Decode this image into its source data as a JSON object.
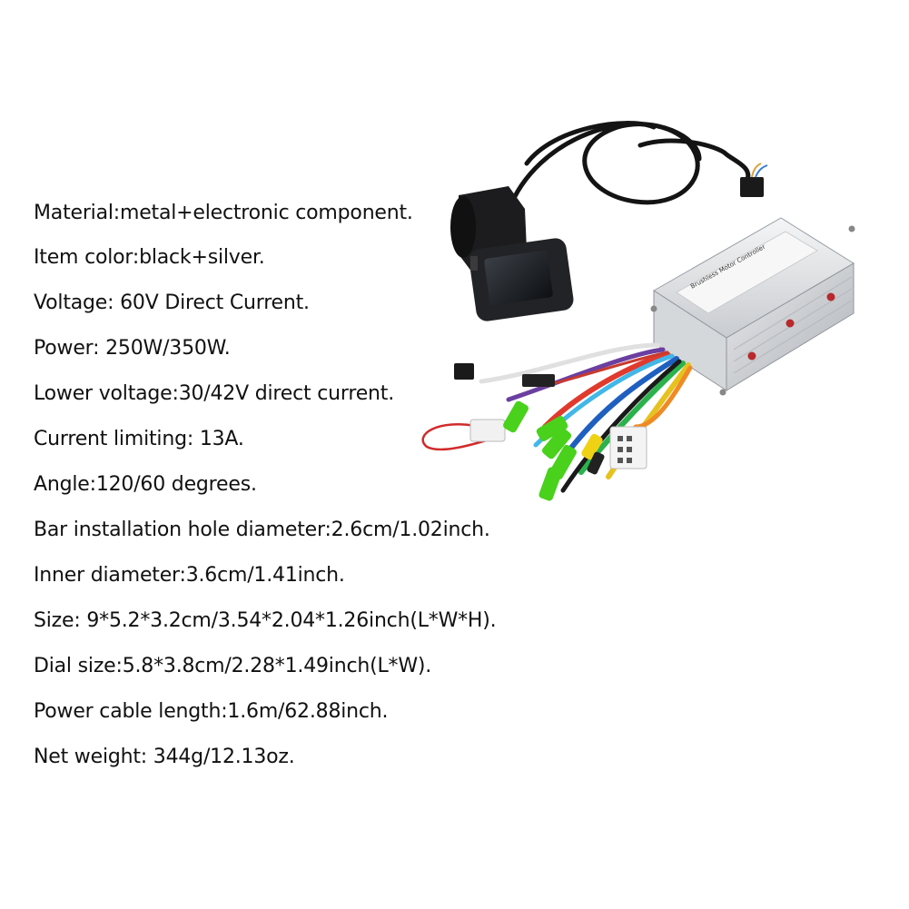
{
  "specs": [
    "Material:metal+electronic component.",
    "Item color:black+silver.",
    "Voltage: 60V Direct Current.",
    "Power: 250W/350W.",
    "Lower voltage:30/42V direct current.",
    "Current limiting: 13A.",
    "Angle:120/60 degrees.",
    "Bar installation hole diameter:2.6cm/1.02inch.",
    "Inner diameter:3.6cm/1.41inch.",
    "Size: 9*5.2*3.2cm/3.54*2.04*1.26inch(L*W*H).",
    "Dial size:5.8*3.8cm/2.28*1.49inch(L*W).",
    "Power cable length:1.6m/62.88inch.",
    "Net weight: 344g/12.13oz."
  ],
  "controller_label": "Brushless Motor Controller"
}
